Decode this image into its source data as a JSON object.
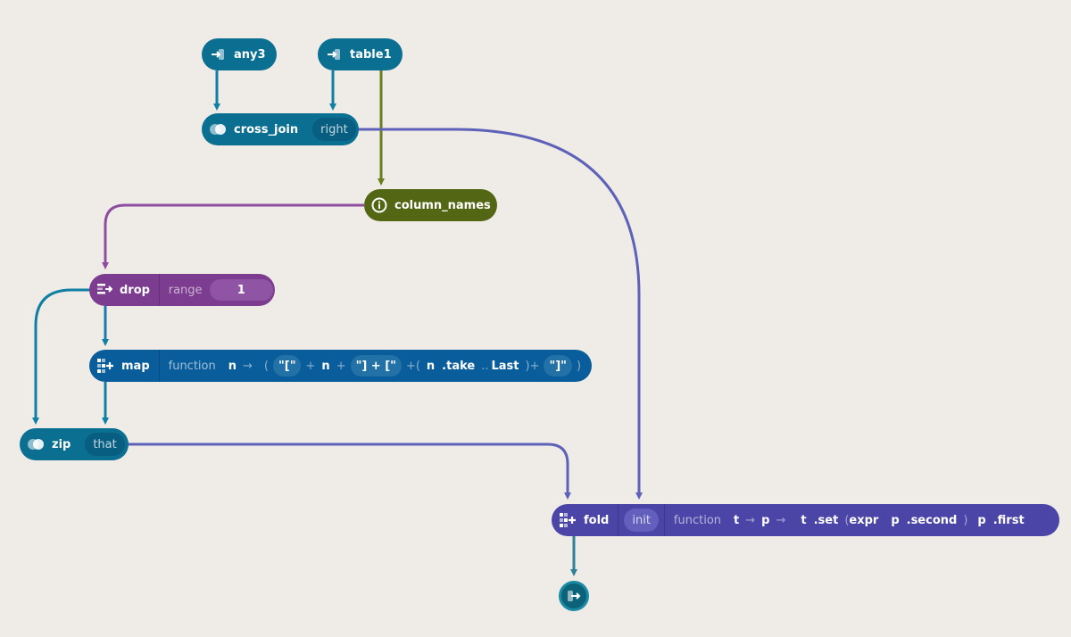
{
  "nodes": {
    "any3": {
      "label": "any3",
      "icon": "input-arrow-icon",
      "color": "#0b6f92"
    },
    "table1": {
      "label": "table1",
      "icon": "input-arrow-icon",
      "color": "#0b6f92"
    },
    "cross_join": {
      "label": "cross_join",
      "port": "right",
      "icon": "join-icon",
      "color": "#0b6f92"
    },
    "column_names": {
      "label": "column_names",
      "icon": "info-icon",
      "color": "#536614"
    },
    "drop": {
      "label": "drop",
      "param": "range",
      "value": "1",
      "icon": "drop-icon",
      "color": "#7c3c8f"
    },
    "map": {
      "label": "map",
      "param": "function",
      "icon": "grid-plus-icon",
      "color": "#0a5d9b",
      "expr": {
        "arg": "n",
        "arrow": "→",
        "open": "(",
        "str1": "\"[\"",
        "plus": "+",
        "n1": "n",
        "str2": "\"] + [\"",
        "open2": "+(",
        "n2": "n",
        "take": ".take",
        "dots": "..",
        "last": "Last",
        "close_plus": ")+",
        "str3": "\"]\"",
        "close": ")"
      }
    },
    "zip": {
      "label": "zip",
      "port": "that",
      "icon": "join-icon",
      "color": "#0b6f92"
    },
    "fold": {
      "label": "fold",
      "port": "init",
      "param": "function",
      "icon": "grid-plus-icon",
      "color": "#4b45a7",
      "expr": {
        "t": "t",
        "arrow": "→",
        "p": "p",
        "t2": "t",
        "set": ".set",
        "open": "(",
        "expr_word": "expr",
        "p2": "p",
        "second": ".second",
        "close": ")",
        "p3": "p",
        "first": ".first"
      }
    },
    "output": {
      "icon": "output-arrow-icon",
      "color": "#0c6278"
    }
  },
  "edge_colors": {
    "input": "#0f7fa3",
    "column_names": "#6a7e1f",
    "cross_join": "#5d62b8",
    "drop_to_map": "#1a78b2",
    "fold_out": "#2f8299",
    "purple": "#8e4d9f"
  }
}
